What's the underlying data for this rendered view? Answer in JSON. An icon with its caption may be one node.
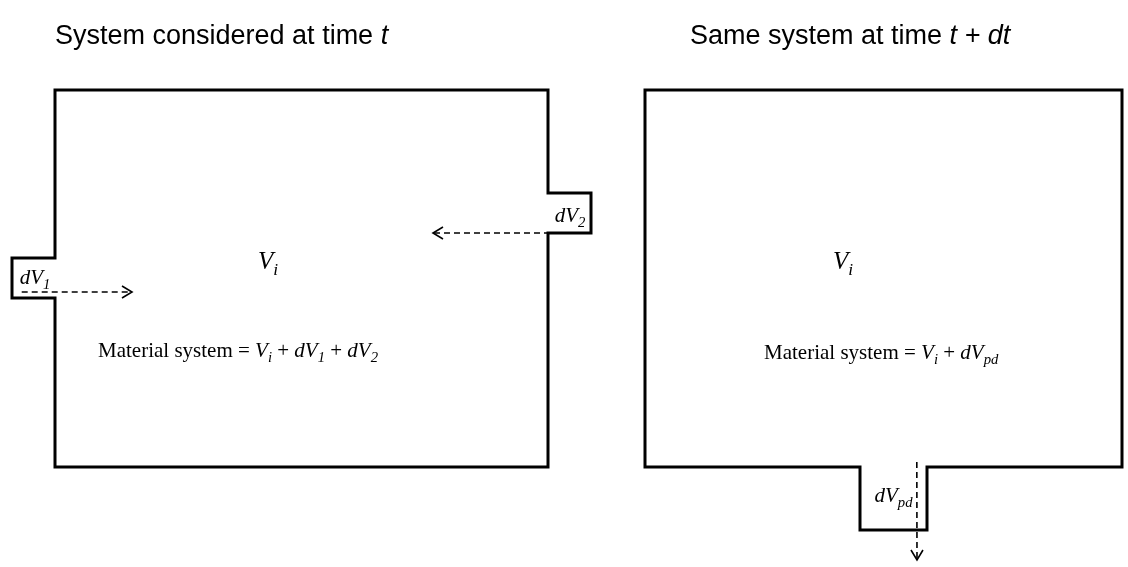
{
  "diagram": {
    "nodes": [
      {
        "text": [
          "System considered at time *t*",
          "*V*$_{i}$",
          "Material system = *V*$_{i}$ + *dV*$_{1}$ + *dV*$_{2}$"
        ]
      },
      {
        "text": [
          "*dV*$_{1}$"
        ],
        "in": 0
      },
      {
        "text": [
          "*dV*$_{2}$"
        ],
        "in": 0
      },
      {
        "text": [
          "Same system at time *t + dt*",
          "*V*$_{i}$",
          "Material system = *V*$_{i}$ + *dV*$_{pd}$"
        ]
      },
      {
        "text": [
          "*dV*$_{pd}$"
        ],
        "in": 3
      }
    ],
    "edges": [
      {
        "from": 1,
        "to": null,
        "arrow": "to",
        "style": "dashed"
      },
      {
        "from": 2,
        "to": null,
        "arrow": "to",
        "style": "dashed"
      },
      {
        "from": 4,
        "to": null,
        "arrow": "to",
        "style": "dashed"
      }
    ]
  }
}
